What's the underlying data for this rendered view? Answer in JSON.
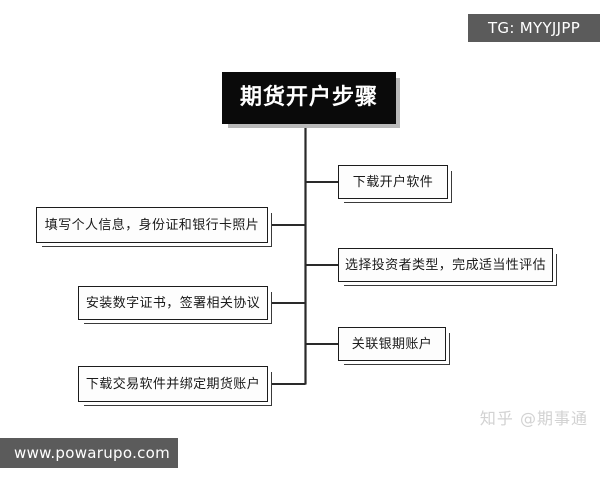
{
  "diagram": {
    "type": "mind-map",
    "root": {
      "label": "期货开户步骤"
    },
    "nodes": [
      {
        "id": "r1",
        "side": "right",
        "label": "下载开户软件"
      },
      {
        "id": "l1",
        "side": "left",
        "label": "填写个人信息，身份证和银行卡照片"
      },
      {
        "id": "r2",
        "side": "right",
        "label": "选择投资者类型，完成适当性评估"
      },
      {
        "id": "l2",
        "side": "left",
        "label": "安装数字证书，签署相关协议"
      },
      {
        "id": "r3",
        "side": "right",
        "label": "关联银期账户"
      },
      {
        "id": "l3",
        "side": "left",
        "label": "下载交易软件并绑定期货账户"
      }
    ]
  },
  "watermarks": {
    "telegram_badge": "TG: MYYJJPP",
    "site_badge": "www.powarupo.com",
    "zhihu": "知乎 @期事通"
  },
  "colors": {
    "background": "#ffffff",
    "root_fill": "#0a0a0a",
    "root_text": "#ffffff",
    "node_fill": "#fdfdfd",
    "node_border": "#1c1c1c",
    "node_text": "#1a1a1a",
    "shadow": "#3a3a3a",
    "badge_fill": "#5b5b5b",
    "badge_text": "#ffffff",
    "zhihu_text": "#d2d2d2"
  }
}
